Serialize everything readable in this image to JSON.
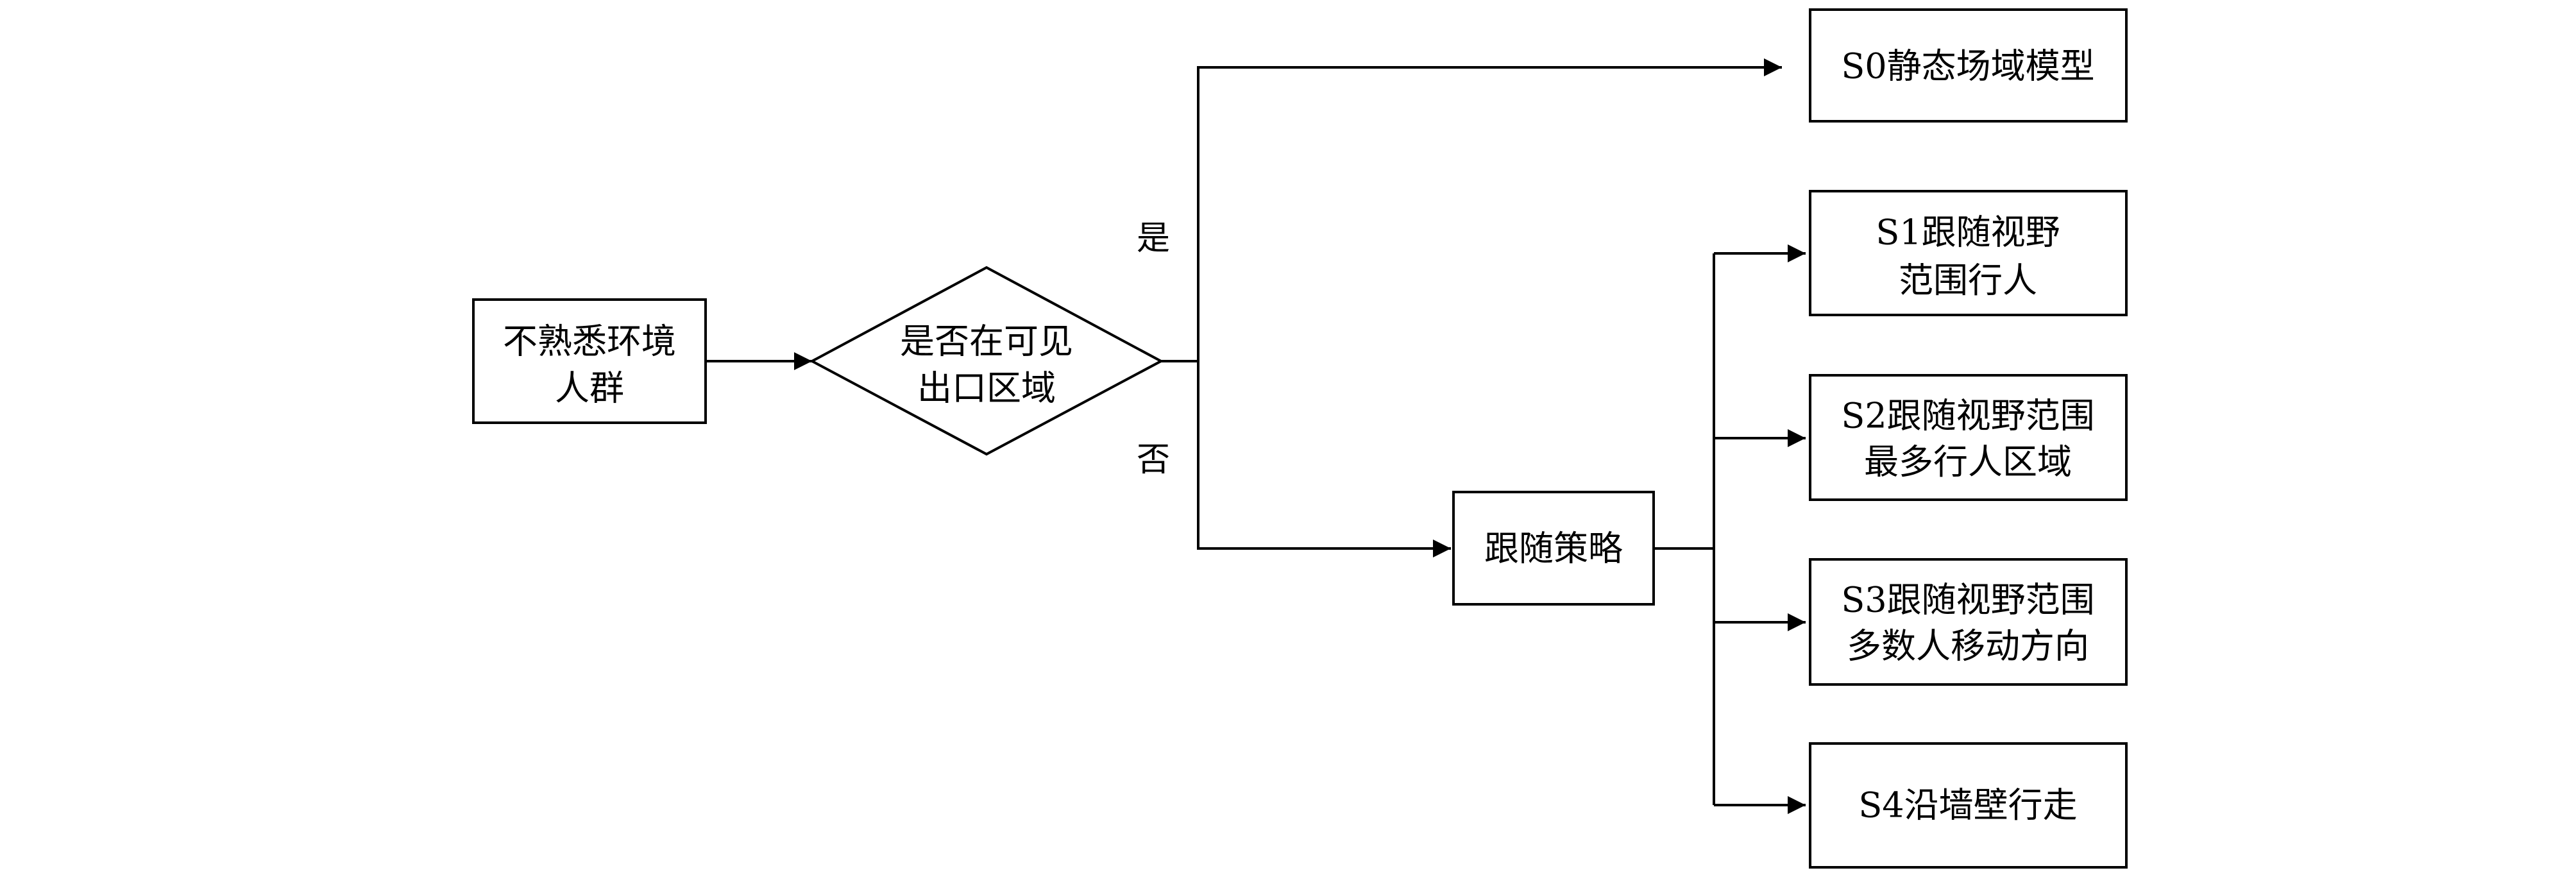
{
  "nodes": {
    "start": {
      "lines": [
        "不熟悉环境",
        "人群"
      ]
    },
    "decision": {
      "lines": [
        "是否在可见",
        "出口区域"
      ]
    },
    "follow": {
      "lines": [
        "跟随策略"
      ]
    },
    "s0": {
      "lines": [
        "S0静态场域模型"
      ]
    },
    "s1": {
      "lines": [
        "S1跟随视野",
        "范围行人"
      ]
    },
    "s2": {
      "lines": [
        "S2跟随视野范围",
        "最多行人区域"
      ]
    },
    "s3": {
      "lines": [
        "S3跟随视野范围",
        "多数人移动方向"
      ]
    },
    "s4": {
      "lines": [
        "S4沿墙壁行走"
      ]
    }
  },
  "edges": {
    "yes_label": "是",
    "no_label": "否"
  },
  "colors": {
    "line": "#000000",
    "fill": "#ffffff",
    "text": "#000000"
  }
}
